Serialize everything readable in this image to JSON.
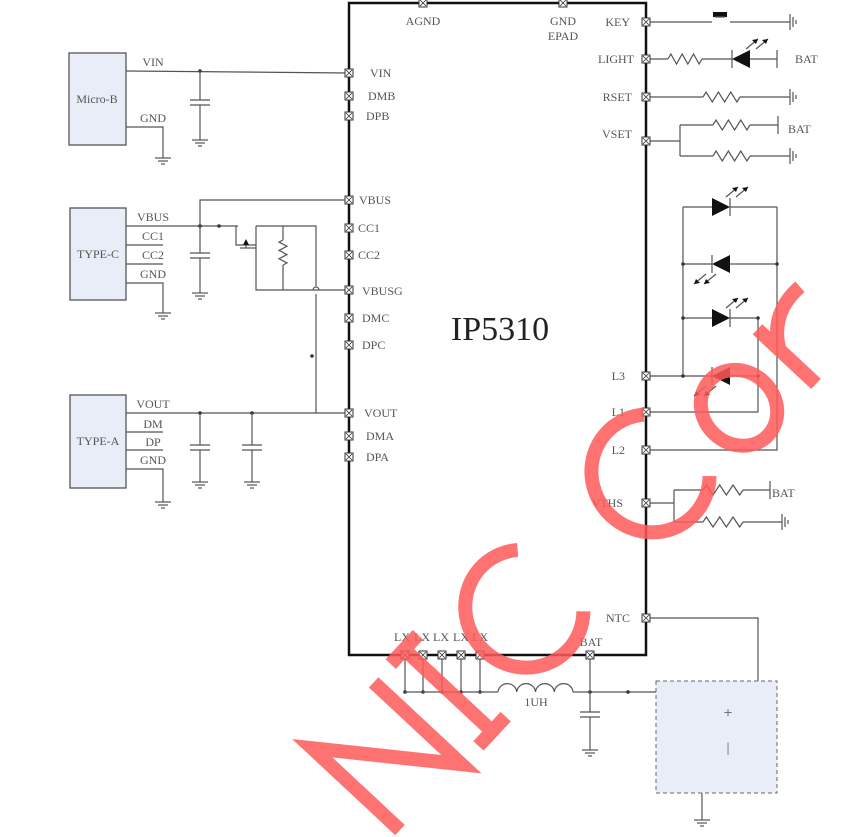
{
  "chip": {
    "name": "IP5310",
    "top_pins": [
      "AGND",
      "GND",
      "EPAD"
    ],
    "left_pins": [
      "VIN",
      "DMB",
      "DPB",
      "VBUS",
      "CC1",
      "CC2",
      "VBUSG",
      "DMC",
      "DPC",
      "VOUT",
      "DMA",
      "DPA"
    ],
    "right_pins": [
      "KEY",
      "LIGHT",
      "RSET",
      "VSET",
      "L3",
      "L1",
      "L2",
      "VTHS",
      "NTC"
    ],
    "bottom_pins": [
      "LX",
      "LX",
      "LX",
      "LX",
      "LX",
      "BAT"
    ]
  },
  "connectors": {
    "micro_b": {
      "name": "Micro-B",
      "pins": [
        "VIN",
        "GND"
      ]
    },
    "type_c": {
      "name": "TYPE-C",
      "pins": [
        "VBUS",
        "CC1",
        "CC2",
        "GND"
      ]
    },
    "type_a": {
      "name": "TYPE-A",
      "pins": [
        "VOUT",
        "DM",
        "DP",
        "GND"
      ]
    }
  },
  "labels": {
    "bat1": "BAT",
    "bat2": "BAT",
    "bat3": "BAT",
    "inductor": "1UH",
    "batt_plus": "+",
    "batt_minus": "|"
  },
  "watermark": "NIC Corp",
  "colors": {
    "connector_fill": "#e8edf7",
    "watermark": "#ff5a5a"
  }
}
